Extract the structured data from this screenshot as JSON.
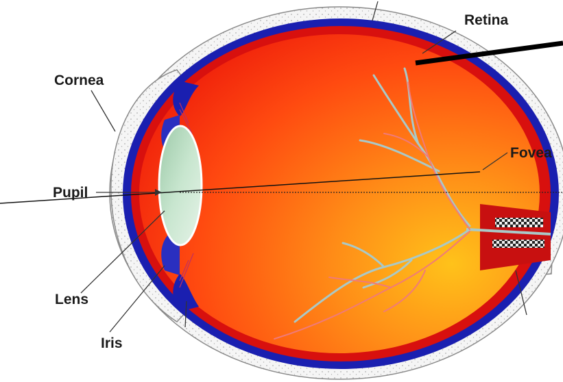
{
  "labels": {
    "retina": "Retina",
    "cornea": "Cornea",
    "fovea": "Fovea",
    "pupil": "Pupil",
    "lens": "Lens",
    "iris": "Iris"
  },
  "colors": {
    "sclera_fill": "#f4f4f4",
    "choroid_blue": "#1a1fb0",
    "retina_red": "#d8100e",
    "vitreous_orange": "#ff5a14",
    "lens_green": "#a9d4b4",
    "vessel_gray": "#a9c9c8",
    "vessel_pink": "#f07a7a",
    "nerve_red": "#c81010"
  }
}
